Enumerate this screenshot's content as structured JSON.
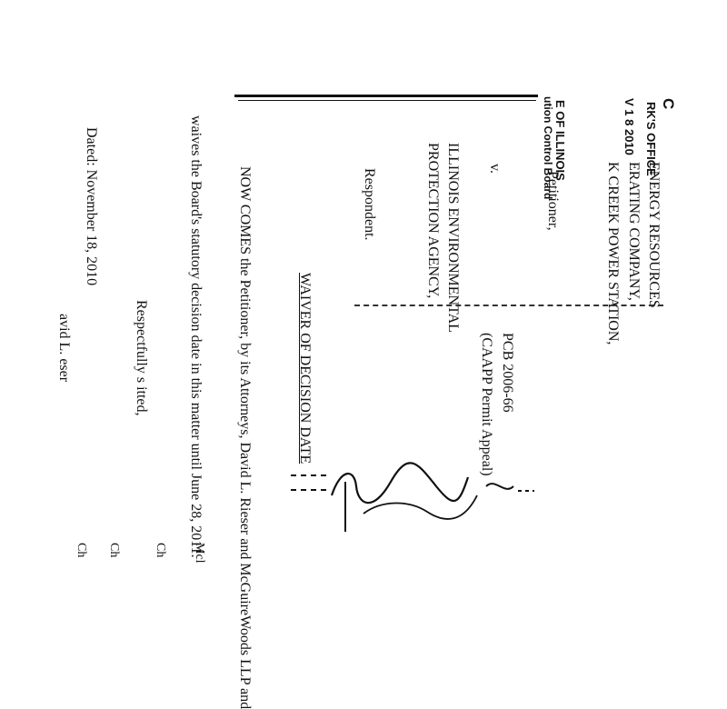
{
  "stamp": {
    "letter": "C",
    "office": "RK'S OFFICE",
    "date": "V 1 8 2010",
    "state": "E OF ILLINOIS",
    "board": "ution Control Board"
  },
  "caption": {
    "petitioner_line1": "ENERGY RESOURCES",
    "petitioner_line2": "ERATING COMPANY,",
    "petitioner_line3": "K CREEK POWER STATION,",
    "petitioner_label": "Petitioner,",
    "versus": "v.",
    "respondent_line1": "ILLINOIS ENVIRONMENTAL",
    "respondent_line2": "PROTECTION AGENCY,",
    "respondent_label": "Respondent.",
    "case_number": "PCB 2006-66",
    "case_type": "(CAAPP Permit Appeal)"
  },
  "body": {
    "title": "WAIVER OF DECISION DATE",
    "paragraph_line1": "NOW COMES the Petitioner, by its Attorneys, David L. Rieser and McGuireWoods LLP and",
    "paragraph_line2": "waives the Board's statutory decision date in this matter until June 28, 2011."
  },
  "closing": {
    "respectfully": "Respectfully s      itted,",
    "dated": "Dated: November 18, 2010",
    "attorney": "avid L.    eser"
  },
  "edge_fragments": [
    "Mcl",
    "Ch",
    "Ch",
    "Ch"
  ]
}
